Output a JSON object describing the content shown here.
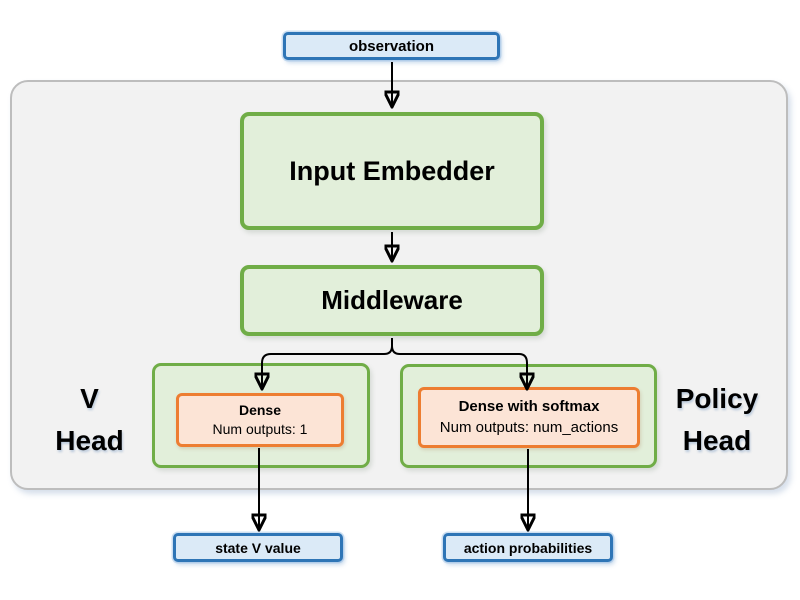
{
  "diagram": {
    "input": {
      "label": "observation"
    },
    "network": {
      "input_embedder": {
        "label": "Input Embedder"
      },
      "middleware": {
        "label": "Middleware"
      },
      "v_head": {
        "label": "V\nHead",
        "layer": {
          "name": "Dense",
          "outputs": "Num outputs: 1"
        }
      },
      "policy_head": {
        "label": "Policy\nHead",
        "layer": {
          "name": "Dense with softmax",
          "outputs": "Num outputs: num_actions"
        }
      }
    },
    "outputs": {
      "state_v_value": {
        "label": "state V value"
      },
      "action_probabilities": {
        "label": "action probabilities"
      }
    },
    "colors": {
      "io_box_fill": "#dbeaf7",
      "io_box_border": "#2e75b6",
      "network_box_fill": "#e2efda",
      "network_box_border": "#70ad47",
      "layer_box_fill": "#fce4d6",
      "layer_box_border": "#ed7d31",
      "container_fill": "#f2f2f2",
      "container_border": "#bdbdbd",
      "arrow_color": "#000000",
      "text_color": "#000000"
    }
  }
}
